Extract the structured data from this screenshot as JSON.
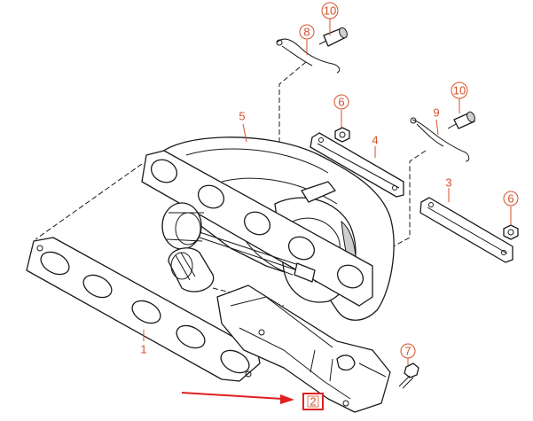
{
  "colors": {
    "callout": "#d4512b",
    "arrow": "#e02020",
    "highlight_box": "#e02020",
    "line": "#1a1a1a"
  },
  "callouts": [
    {
      "id": "c10a",
      "label": "10",
      "icon": "circle"
    },
    {
      "id": "c8",
      "label": "8",
      "icon": "circle"
    },
    {
      "id": "c6a",
      "label": "6",
      "icon": "circle"
    },
    {
      "id": "c10b",
      "label": "10",
      "icon": "circle"
    },
    {
      "id": "c5",
      "label": "5",
      "icon": "none"
    },
    {
      "id": "c9",
      "label": "9",
      "icon": "none"
    },
    {
      "id": "c4",
      "label": "4",
      "icon": "none"
    },
    {
      "id": "c3",
      "label": "3",
      "icon": "none"
    },
    {
      "id": "c6b",
      "label": "6",
      "icon": "circle"
    },
    {
      "id": "c1",
      "label": "1",
      "icon": "none"
    },
    {
      "id": "c7",
      "label": "7",
      "icon": "circle"
    },
    {
      "id": "c2",
      "label": "2",
      "icon": "box-highlight"
    }
  ],
  "pointer": {
    "icon": "red-arrow-right",
    "target": "c2"
  }
}
